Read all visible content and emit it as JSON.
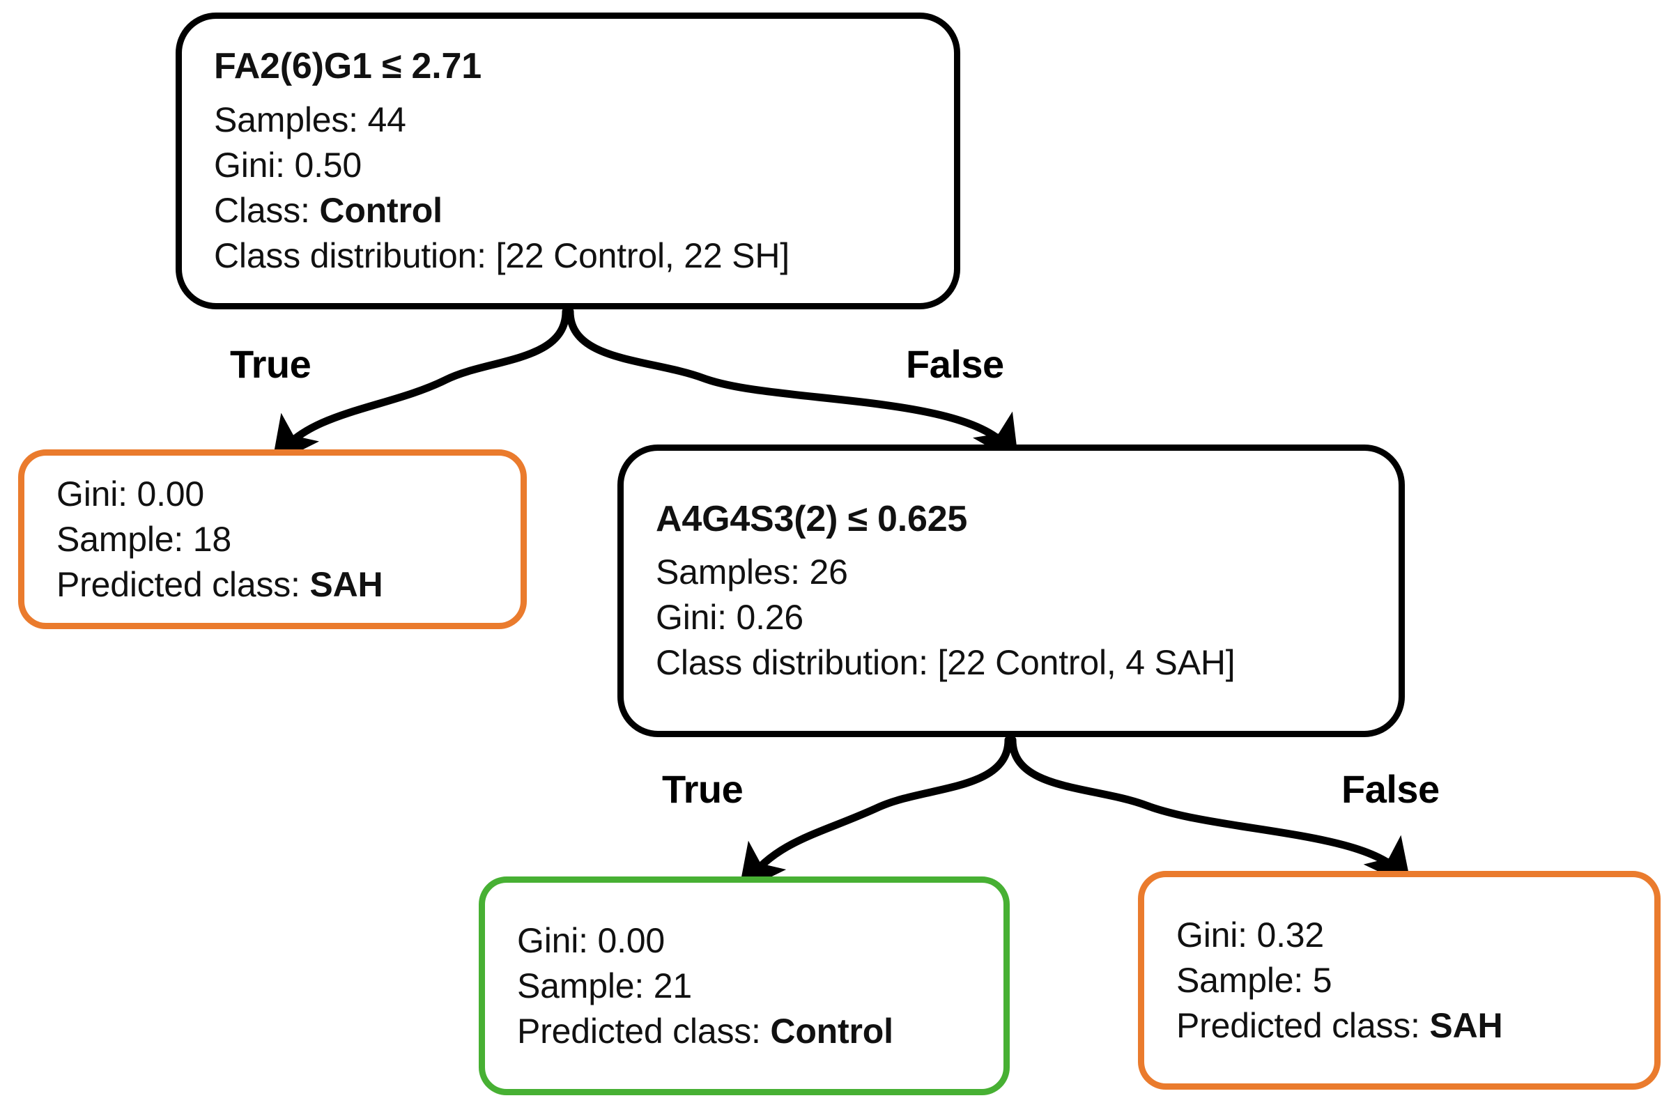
{
  "diagram": {
    "type": "decision-tree",
    "title": "",
    "colors": {
      "internal_border": "#000000",
      "leaf_sah_border": "#EA7B2D",
      "leaf_control_border": "#47B033",
      "text": "#111111",
      "background": "#FFFFFF"
    }
  },
  "nodes": {
    "root": {
      "id": "root",
      "kind": "internal",
      "condition": "FA2(6)G1 ≤ 2.71",
      "feature": "FA2(6)G1",
      "operator": "≤",
      "threshold": "2.71",
      "samples_label": "Samples: 44",
      "samples": 44,
      "gini_label": "Gini: 0.50",
      "gini": 0.5,
      "class_label_prefix": "Class: ",
      "class_value": "Control",
      "distribution_label": "Class distribution: [22 Control, 22 SH]",
      "distribution": [
        {
          "class": "Control",
          "count": 22
        },
        {
          "class": "SH",
          "count": 22
        }
      ]
    },
    "leaf_left": {
      "id": "leaf_left",
      "kind": "leaf",
      "border_color": "#EA7B2D",
      "gini_label": "Gini: 0.00",
      "gini": 0.0,
      "sample_label": "Sample: 18",
      "samples": 18,
      "predicted_prefix": "Predicted class: ",
      "predicted_class": "SAH"
    },
    "mid": {
      "id": "mid",
      "kind": "internal",
      "condition": "A4G4S3(2) ≤ 0.625",
      "feature": "A4G4S3(2)",
      "operator": "≤",
      "threshold": "0.625",
      "samples_label": "Samples: 26",
      "samples": 26,
      "gini_label": "Gini: 0.26",
      "gini": 0.26,
      "distribution_label": "Class distribution: [22 Control, 4 SAH]",
      "distribution": [
        {
          "class": "Control",
          "count": 22
        },
        {
          "class": "SAH",
          "count": 4
        }
      ]
    },
    "leaf_bottom_left": {
      "id": "leaf_bottom_left",
      "kind": "leaf",
      "border_color": "#47B033",
      "gini_label": "Gini: 0.00",
      "gini": 0.0,
      "sample_label": "Sample: 21",
      "samples": 21,
      "predicted_prefix": "Predicted class: ",
      "predicted_class": "Control"
    },
    "leaf_bottom_right": {
      "id": "leaf_bottom_right",
      "kind": "leaf",
      "border_color": "#EA7B2D",
      "gini_label": "Gini: 0.32",
      "gini": 0.32,
      "sample_label": "Sample: 5",
      "samples": 5,
      "predicted_prefix": "Predicted class: ",
      "predicted_class": "SAH"
    }
  },
  "edges": [
    {
      "from": "root",
      "to": "leaf_left",
      "label": "True"
    },
    {
      "from": "root",
      "to": "mid",
      "label": "False"
    },
    {
      "from": "mid",
      "to": "leaf_bottom_left",
      "label": "True"
    },
    {
      "from": "mid",
      "to": "leaf_bottom_right",
      "label": "False"
    }
  ]
}
